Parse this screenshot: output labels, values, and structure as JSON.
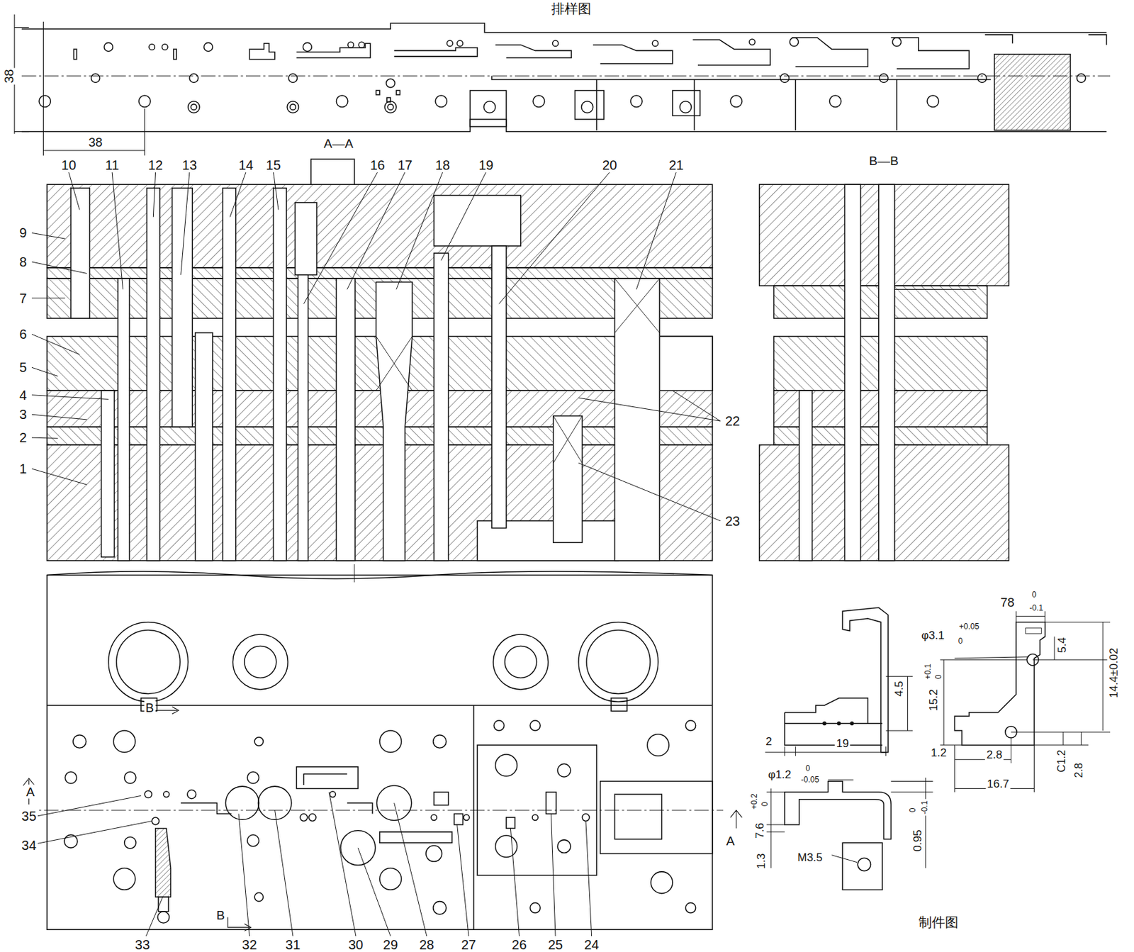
{
  "diagram": {
    "labels": [
      "排样图",
      "38",
      "38",
      "A—A",
      "B—B",
      "10",
      "11",
      "12",
      "13",
      "14",
      "15",
      "16",
      "17",
      "18",
      "19",
      "20",
      "21",
      "9",
      "8",
      "7",
      "6",
      "5",
      "4",
      "3",
      "2",
      "1",
      "22",
      "23",
      "B",
      "A",
      "35",
      "34",
      "A",
      "B",
      "33",
      "32",
      "31",
      "30",
      "29",
      "28",
      "27",
      "26",
      "25",
      "24",
      "78",
      "0",
      "-0.1",
      "14.4±0.02",
      "φ3.1",
      "+0.05",
      "0",
      "5.4",
      "15.2",
      "+0.1",
      "0",
      "4.5",
      "2",
      "19",
      "1.2",
      "2.8",
      "16.7",
      "C1.2",
      "2.8",
      "φ1.2",
      "0",
      "-0.05",
      "7.6",
      "+0.2",
      "0",
      "1.3",
      "0.95",
      "0",
      "-0.1",
      "M3.5",
      "制件图"
    ]
  }
}
